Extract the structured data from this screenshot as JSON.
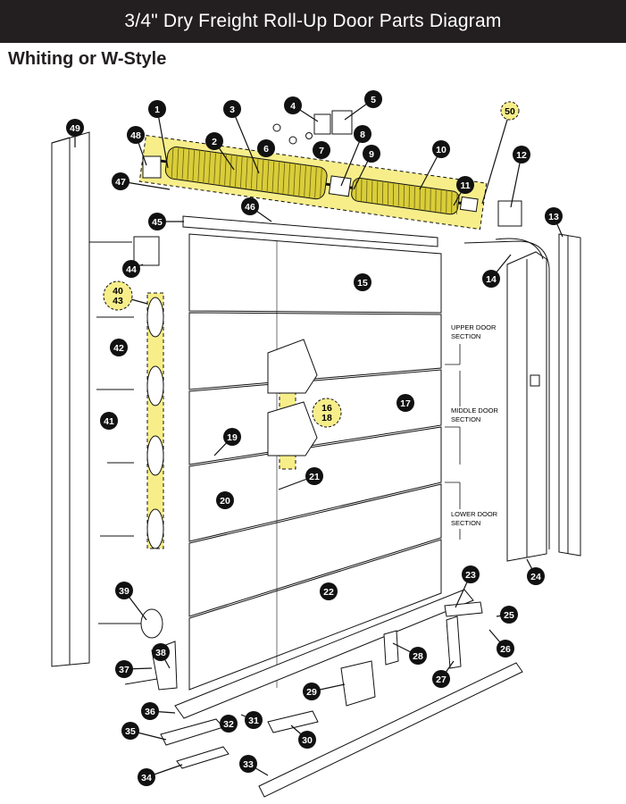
{
  "header": {
    "title": "3/4\" Dry Freight Roll-Up Door Parts Diagram"
  },
  "subtitle": "Whiting or W-Style",
  "colors": {
    "header_bg": "#231f20",
    "highlight": "#f7ee8a",
    "spring": "#d9cd3a",
    "callout": "#111111"
  },
  "section_labels": {
    "upper": [
      "UPPER DOOR",
      "SECTION"
    ],
    "middle": [
      "MIDDLE DOOR",
      "SECTION"
    ],
    "lower": [
      "LOWER DOOR",
      "SECTION"
    ]
  },
  "callouts": [
    {
      "id": "1",
      "label": "1"
    },
    {
      "id": "2",
      "label": "2"
    },
    {
      "id": "3",
      "label": "3"
    },
    {
      "id": "4",
      "label": "4"
    },
    {
      "id": "5",
      "label": "5"
    },
    {
      "id": "6",
      "label": "6"
    },
    {
      "id": "7",
      "label": "7"
    },
    {
      "id": "8",
      "label": "8"
    },
    {
      "id": "9",
      "label": "9"
    },
    {
      "id": "10",
      "label": "10"
    },
    {
      "id": "11",
      "label": "11"
    },
    {
      "id": "12",
      "label": "12"
    },
    {
      "id": "13",
      "label": "13"
    },
    {
      "id": "14",
      "label": "14"
    },
    {
      "id": "15",
      "label": "15"
    },
    {
      "id": "16-18",
      "label": "16\n18"
    },
    {
      "id": "17",
      "label": "17"
    },
    {
      "id": "19",
      "label": "19"
    },
    {
      "id": "20",
      "label": "20"
    },
    {
      "id": "21",
      "label": "21"
    },
    {
      "id": "22",
      "label": "22"
    },
    {
      "id": "23",
      "label": "23"
    },
    {
      "id": "24",
      "label": "24"
    },
    {
      "id": "25",
      "label": "25"
    },
    {
      "id": "26",
      "label": "26"
    },
    {
      "id": "27",
      "label": "27"
    },
    {
      "id": "28",
      "label": "28"
    },
    {
      "id": "29",
      "label": "29"
    },
    {
      "id": "30",
      "label": "30"
    },
    {
      "id": "31",
      "label": "31"
    },
    {
      "id": "32",
      "label": "32"
    },
    {
      "id": "33",
      "label": "33"
    },
    {
      "id": "34",
      "label": "34"
    },
    {
      "id": "35",
      "label": "35"
    },
    {
      "id": "36",
      "label": "36"
    },
    {
      "id": "37",
      "label": "37"
    },
    {
      "id": "38",
      "label": "38"
    },
    {
      "id": "39",
      "label": "39"
    },
    {
      "id": "40-43",
      "label": "40\n43"
    },
    {
      "id": "41",
      "label": "41"
    },
    {
      "id": "42",
      "label": "42"
    },
    {
      "id": "44",
      "label": "44"
    },
    {
      "id": "45",
      "label": "45"
    },
    {
      "id": "46",
      "label": "46"
    },
    {
      "id": "47",
      "label": "47"
    },
    {
      "id": "48",
      "label": "48"
    },
    {
      "id": "49",
      "label": "49"
    },
    {
      "id": "50",
      "label": "50"
    }
  ]
}
